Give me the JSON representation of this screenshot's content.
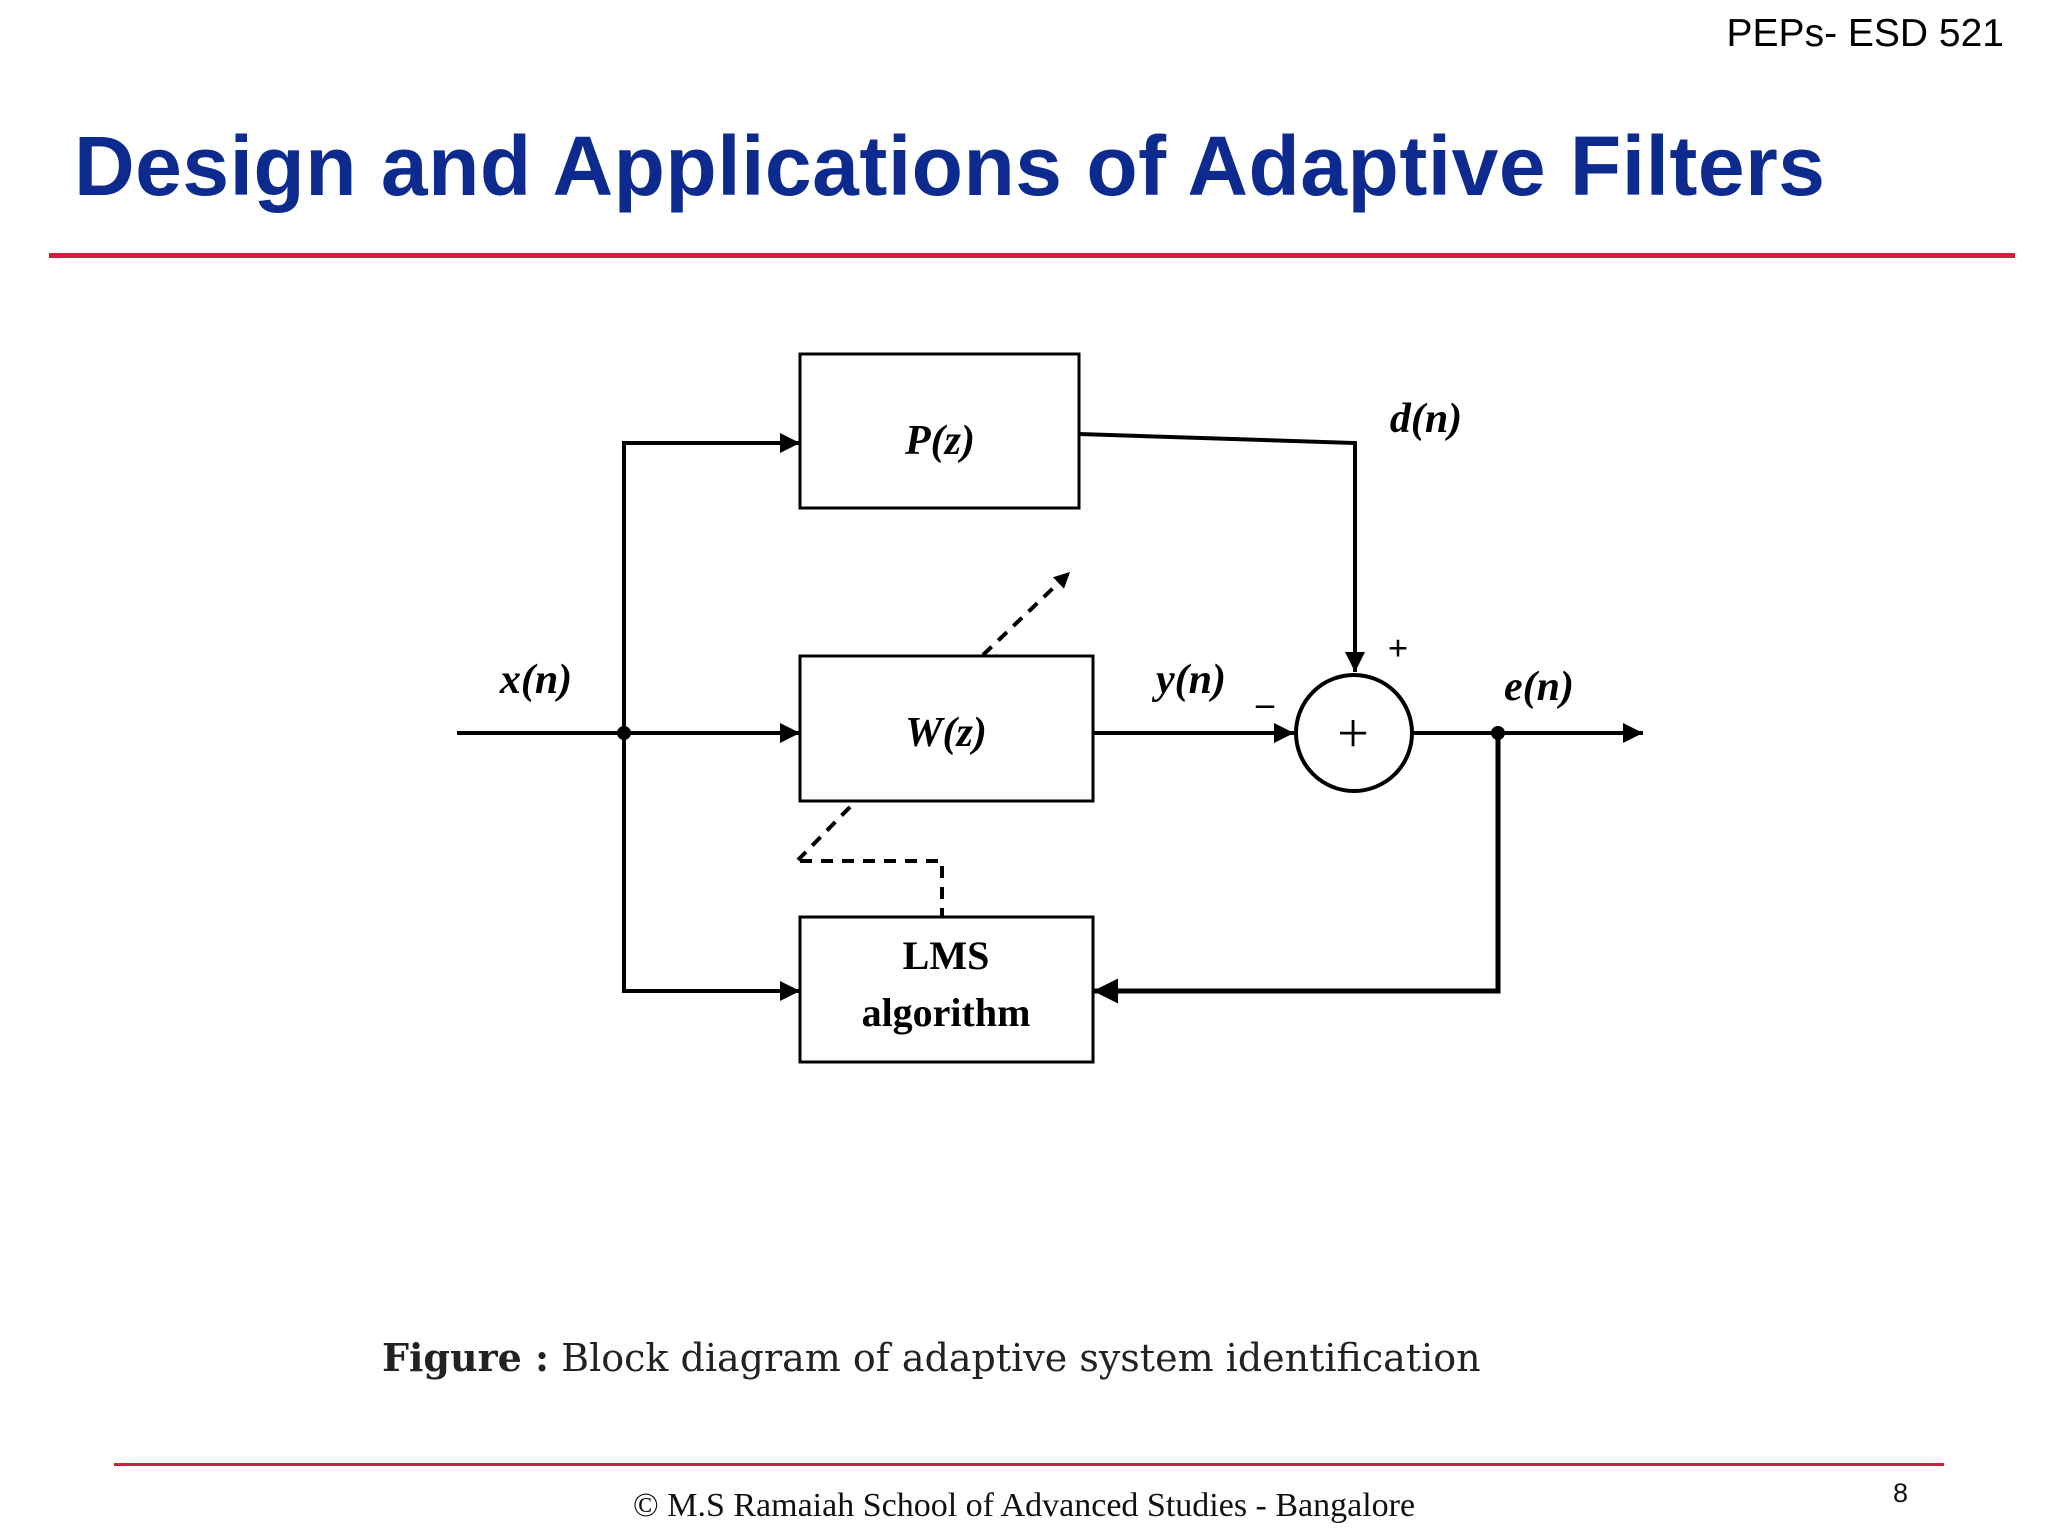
{
  "header": {
    "course_code": "PEPs- ESD 521",
    "title": "Design and Applications of Adaptive Filters"
  },
  "diagram": {
    "blocks": {
      "p": "P(z)",
      "w": "W(z)",
      "lms_line1": "LMS",
      "lms_line2": "algorithm"
    },
    "signals": {
      "input": "x(n)",
      "desired": "d(n)",
      "output": "y(n)",
      "error": "e(n)"
    },
    "summer": {
      "symbol": "+",
      "plus_sign": "+",
      "minus_sign": "_"
    }
  },
  "caption": {
    "label": "Figure :",
    "text": " Block diagram of adaptive system identification"
  },
  "footer": {
    "copyright": "© M.S Ramaiah School of Advanced Studies - Bangalore",
    "page_number": "8"
  },
  "colors": {
    "title": "#0d2a8f",
    "rule": "#c8223c"
  }
}
